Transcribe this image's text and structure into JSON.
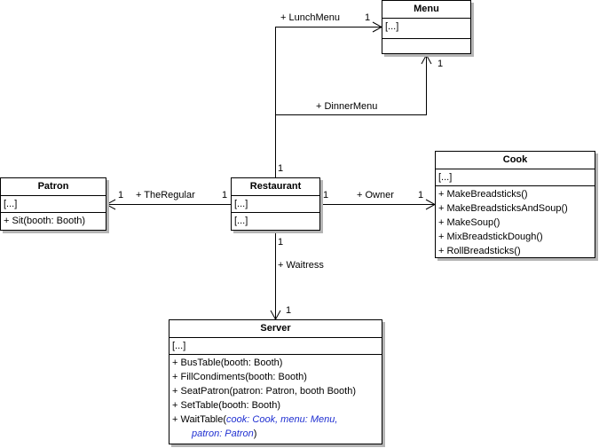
{
  "classes": {
    "menu": {
      "name": "Menu",
      "attributes": [
        "[...]"
      ],
      "operations": []
    },
    "patron": {
      "name": "Patron",
      "attributes": [
        "[...]"
      ],
      "operations": [
        "+ Sit(booth: Booth)"
      ]
    },
    "restaurant": {
      "name": "Restaurant",
      "attributes": [
        "[...]"
      ],
      "operations": [
        "[...]"
      ]
    },
    "cook": {
      "name": "Cook",
      "attributes": [
        "[...]"
      ],
      "operations": [
        "+ MakeBreadsticks()",
        "+ MakeBreadsticksAndSoup()",
        "+ MakeSoup()",
        "+ MixBreadstickDough()",
        "+ RollBreadsticks()"
      ]
    },
    "server": {
      "name": "Server",
      "attributes": [
        "[...]"
      ],
      "operations": [
        "+ BusTable(booth: Booth)",
        "+ FillCondiments(booth: Booth)",
        "+ SeatPatron(patron: Patron, booth Booth)",
        "+ SetTable(booth: Booth)"
      ],
      "wait_table": {
        "prefix": "+ WaitTable(",
        "params_line1": "cook: Cook, menu: Menu,",
        "params_line2": "patron: Patron",
        "suffix": ")"
      }
    }
  },
  "associations": {
    "lunch_menu": {
      "role": "+ LunchMenu",
      "target_mult": "1"
    },
    "dinner_menu": {
      "role": "+ DinnerMenu",
      "target_mult": "1",
      "source_mult": "1"
    },
    "the_regular": {
      "role": "+ TheRegular",
      "source_mult": "1",
      "target_mult": "1"
    },
    "owner": {
      "role": "+ Owner",
      "source_mult": "1",
      "target_mult": "1"
    },
    "waitress": {
      "role": "+ Waitress",
      "source_mult": "1",
      "target_mult": "1"
    }
  },
  "colors": {
    "line": "#000000",
    "shadow": "#b5b5b5",
    "param_text": "#1f2fd1"
  }
}
